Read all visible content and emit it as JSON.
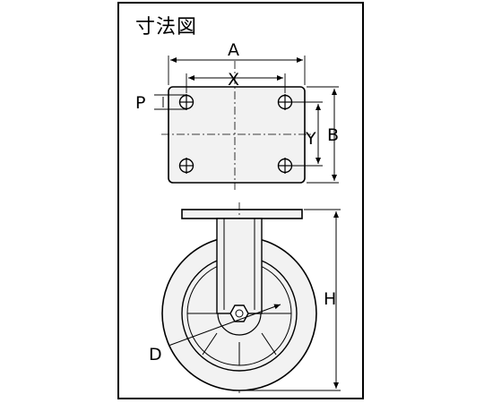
{
  "title": "寸法図",
  "dimensions": {
    "A": "A",
    "X": "X",
    "P": "P",
    "Y": "Y",
    "B": "B",
    "H": "H",
    "D": "D"
  },
  "colors": {
    "line": "#000000",
    "fill": "#f2f2f2",
    "background": "#ffffff"
  }
}
